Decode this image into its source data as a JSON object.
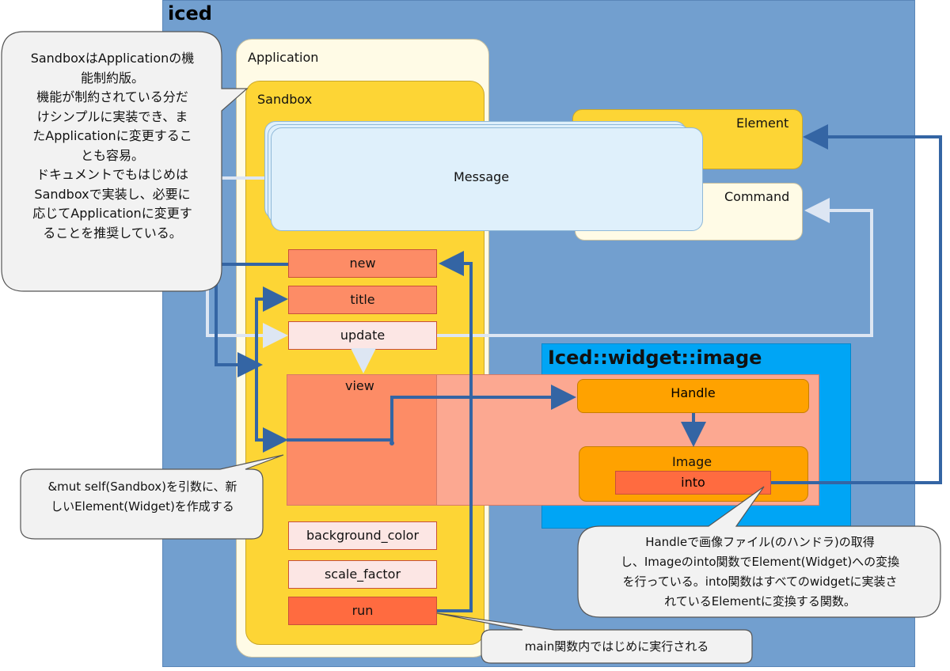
{
  "iced": {
    "title": "iced"
  },
  "application": {
    "title": "Application"
  },
  "sandbox": {
    "title": "Sandbox",
    "functions": {
      "new": "new",
      "title": "title",
      "update": "update",
      "view": "view",
      "background_color": "background_color",
      "scale_factor": "scale_factor",
      "run": "run"
    }
  },
  "message": {
    "label": "Message"
  },
  "element": {
    "label": "Element"
  },
  "command": {
    "label": "Command"
  },
  "widget_image": {
    "title": "Iced::widget::image",
    "handle": "Handle",
    "image": "Image",
    "into": "into"
  },
  "callouts": {
    "sandbox_note": [
      "SandboxはApplicationの機",
      "能制約版。",
      "機能が制約されている分だ",
      "けシンプルに実装でき、ま",
      "たApplicationに変更するこ",
      "とも容易。",
      "ドキュメントでもはじめは",
      "Sandboxで実装し、必要に",
      "応じてApplicationに変更す",
      "ることを推奨している。"
    ],
    "view_note": [
      "&mut self(Sandbox)を引数に、新",
      "しいElement(Widget)を作成する"
    ],
    "handle_note": [
      "Handleで画像ファイル(のハンドラ)の取得",
      "し、Imageのinto関数でElement(Widget)への変換",
      "を行っている。into関数はすべてのwidgetに実装さ",
      "れているElementに変換する関数。"
    ],
    "run_note": [
      "main関数内ではじめに実行される"
    ]
  },
  "colors": {
    "arrow_blue": "#3465a4",
    "arrow_light": "#dde6f3",
    "iced_bg": "#729fcf",
    "sandbox_bg": "#fdd535"
  }
}
